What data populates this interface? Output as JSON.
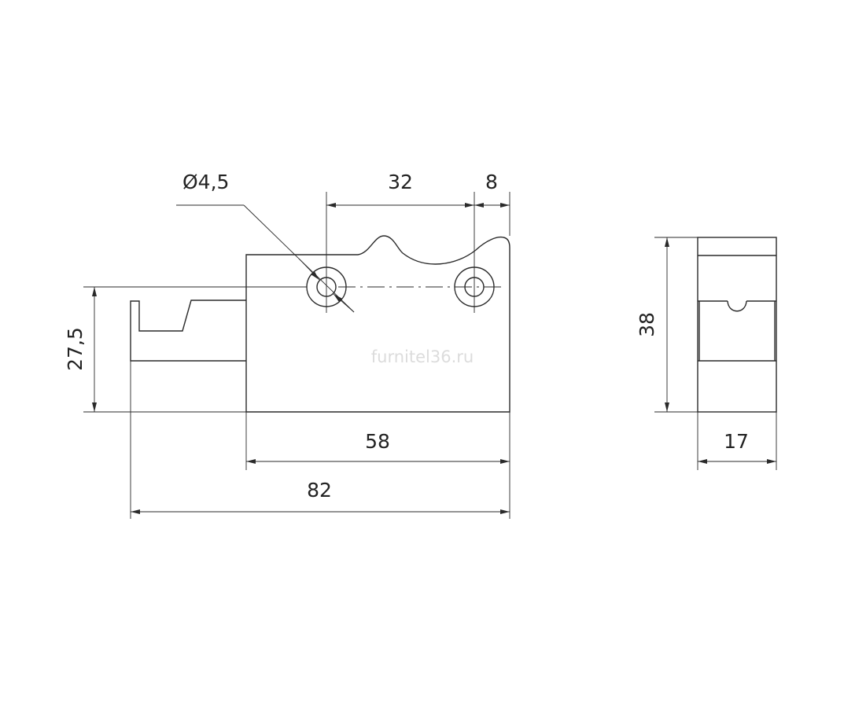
{
  "colors": {
    "line": "#2a2a2a",
    "text": "#222222",
    "watermark": "#dcdcdc",
    "background": "#ffffff"
  },
  "watermark": "furnitel36.ru",
  "dimensions": {
    "hole_diameter": "Ø4,5",
    "hole_spacing": "32",
    "edge_offset": "8",
    "height_to_axis": "27,5",
    "body_width": "58",
    "total_width": "82",
    "side_height": "38",
    "side_depth": "17"
  }
}
